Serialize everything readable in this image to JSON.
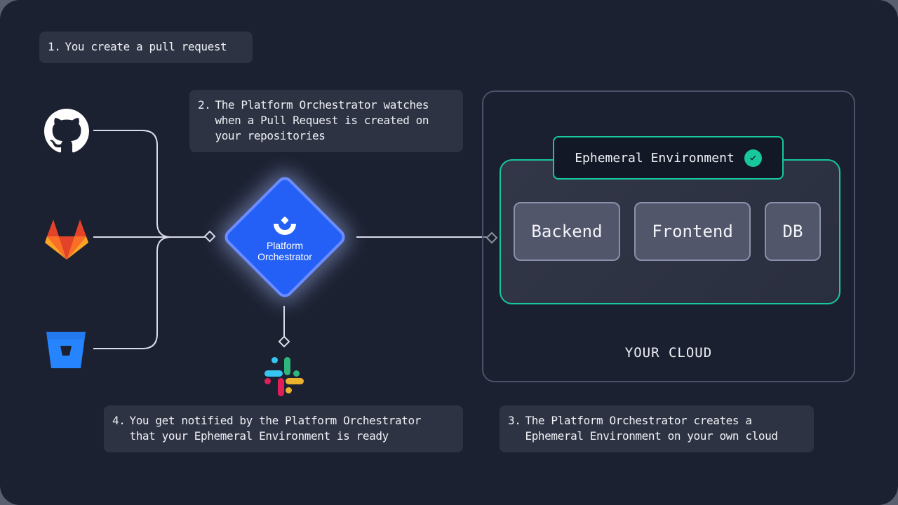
{
  "steps": [
    {
      "num": "1.",
      "text": "You create a pull request"
    },
    {
      "num": "2.",
      "text": "The Platform Orchestrator watches\nwhen a Pull Request is created on\nyour repositories"
    },
    {
      "num": "3.",
      "text": "The Platform Orchestrator creates a\nEphemeral Environment on your own cloud"
    },
    {
      "num": "4.",
      "text": "You get notified by the Platform Orchestrator\nthat your Ephemeral Environment is ready"
    }
  ],
  "sources": [
    {
      "name": "GitHub",
      "icon": "github-icon"
    },
    {
      "name": "GitLab",
      "icon": "gitlab-icon"
    },
    {
      "name": "Bitbucket",
      "icon": "bitbucket-icon"
    }
  ],
  "orchestrator": {
    "label_line1": "Platform",
    "label_line2": "Orchestrator",
    "icon": "humanitec-logo-icon"
  },
  "notifier": {
    "name": "Slack",
    "icon": "slack-icon"
  },
  "cloud": {
    "label": "YOUR CLOUD"
  },
  "environment": {
    "label": "Ephemeral Environment",
    "status": "ready",
    "status_icon": "check-circle-icon",
    "services": [
      "Backend",
      "Frontend",
      "DB"
    ]
  },
  "colors": {
    "background": "#1c2131",
    "card": "#2e3343",
    "orchestrator_blue": "#2460f5",
    "env_accent": "#17c79e",
    "cloud_border": "#4b5169"
  }
}
